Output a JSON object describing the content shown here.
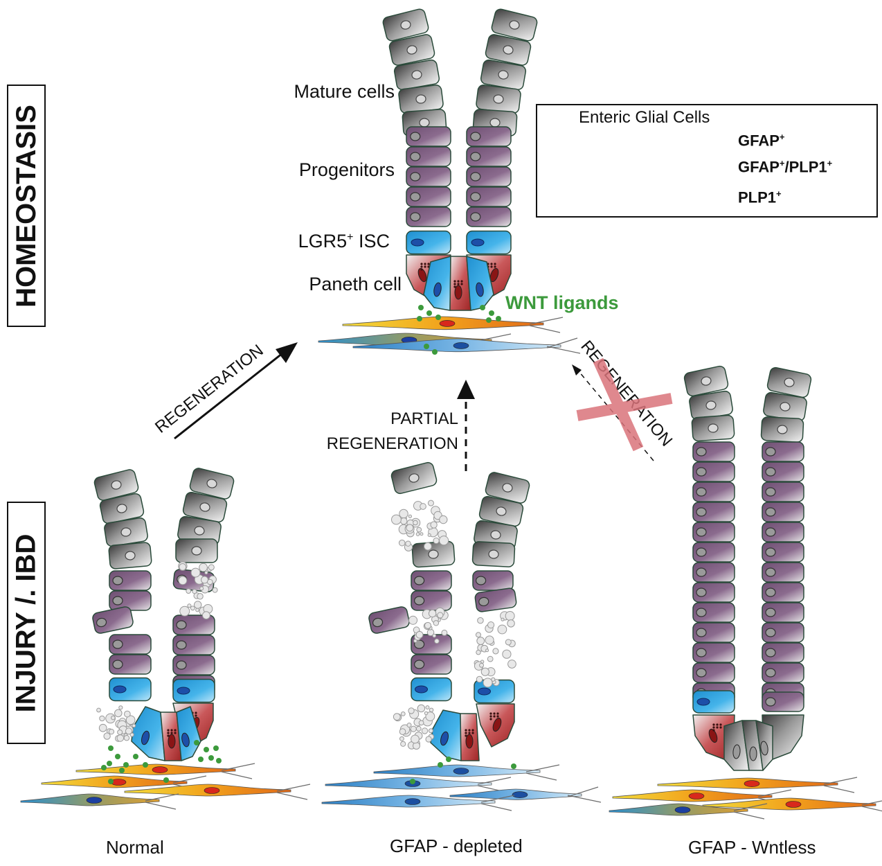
{
  "sections": {
    "homeostasis": "HOMEOSTASIS",
    "injury": "INJURY /. IBD"
  },
  "crypt_labels": {
    "mature": "Mature cells",
    "progenitors": "Progenitors",
    "isc": "LGR5",
    "isc_sup": "+",
    "isc_suffix": " ISC",
    "paneth": "Paneth cell",
    "wnt": "WNT ligands"
  },
  "legend": {
    "title": "Enteric Glial Cells",
    "items": [
      {
        "label": "GFAP",
        "sup": "+",
        "rest": "",
        "rest_sup": "",
        "color": "#f2a01c"
      },
      {
        "label": "GFAP",
        "sup": "+",
        "rest": "/PLP1",
        "rest_sup": "+",
        "color": "#8d9a6a"
      },
      {
        "label": "PLP1",
        "sup": "+",
        "rest": "",
        "rest_sup": "",
        "color": "#6aa6d6"
      }
    ]
  },
  "arrows": {
    "left": "REGENERATION",
    "middle_line1": "PARTIAL",
    "middle_line2": "REGENERATION",
    "right": "REGENERATION"
  },
  "conditions": {
    "normal": "Normal",
    "depleted": "GFAP - depleted",
    "wntless": "GFAP - Wntless"
  },
  "colors": {
    "mature": "#b5b5b5",
    "progenitor": "#8a6b8c",
    "stem": "#3aa8e0",
    "paneth": "#b83a3a",
    "wnt": "#3c9a3c",
    "cross": "#d9737a",
    "outline": "#2a4a3a"
  }
}
